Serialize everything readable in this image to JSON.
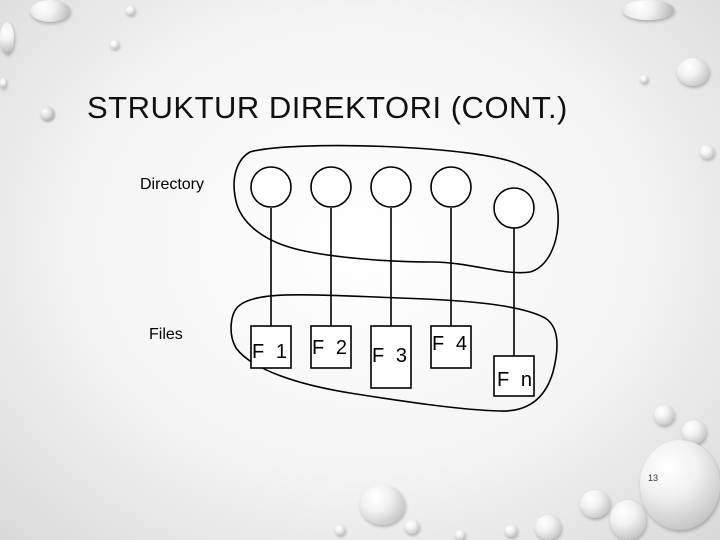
{
  "slide": {
    "title": "STRUKTUR DIREKTORI (CONT.)",
    "page_number": "13"
  },
  "diagram": {
    "directory_label": "Directory",
    "files_label": "Files",
    "files": [
      "F 1",
      "F 2",
      "F 3",
      "F 4",
      "F n"
    ],
    "directory_nodes": 5
  }
}
